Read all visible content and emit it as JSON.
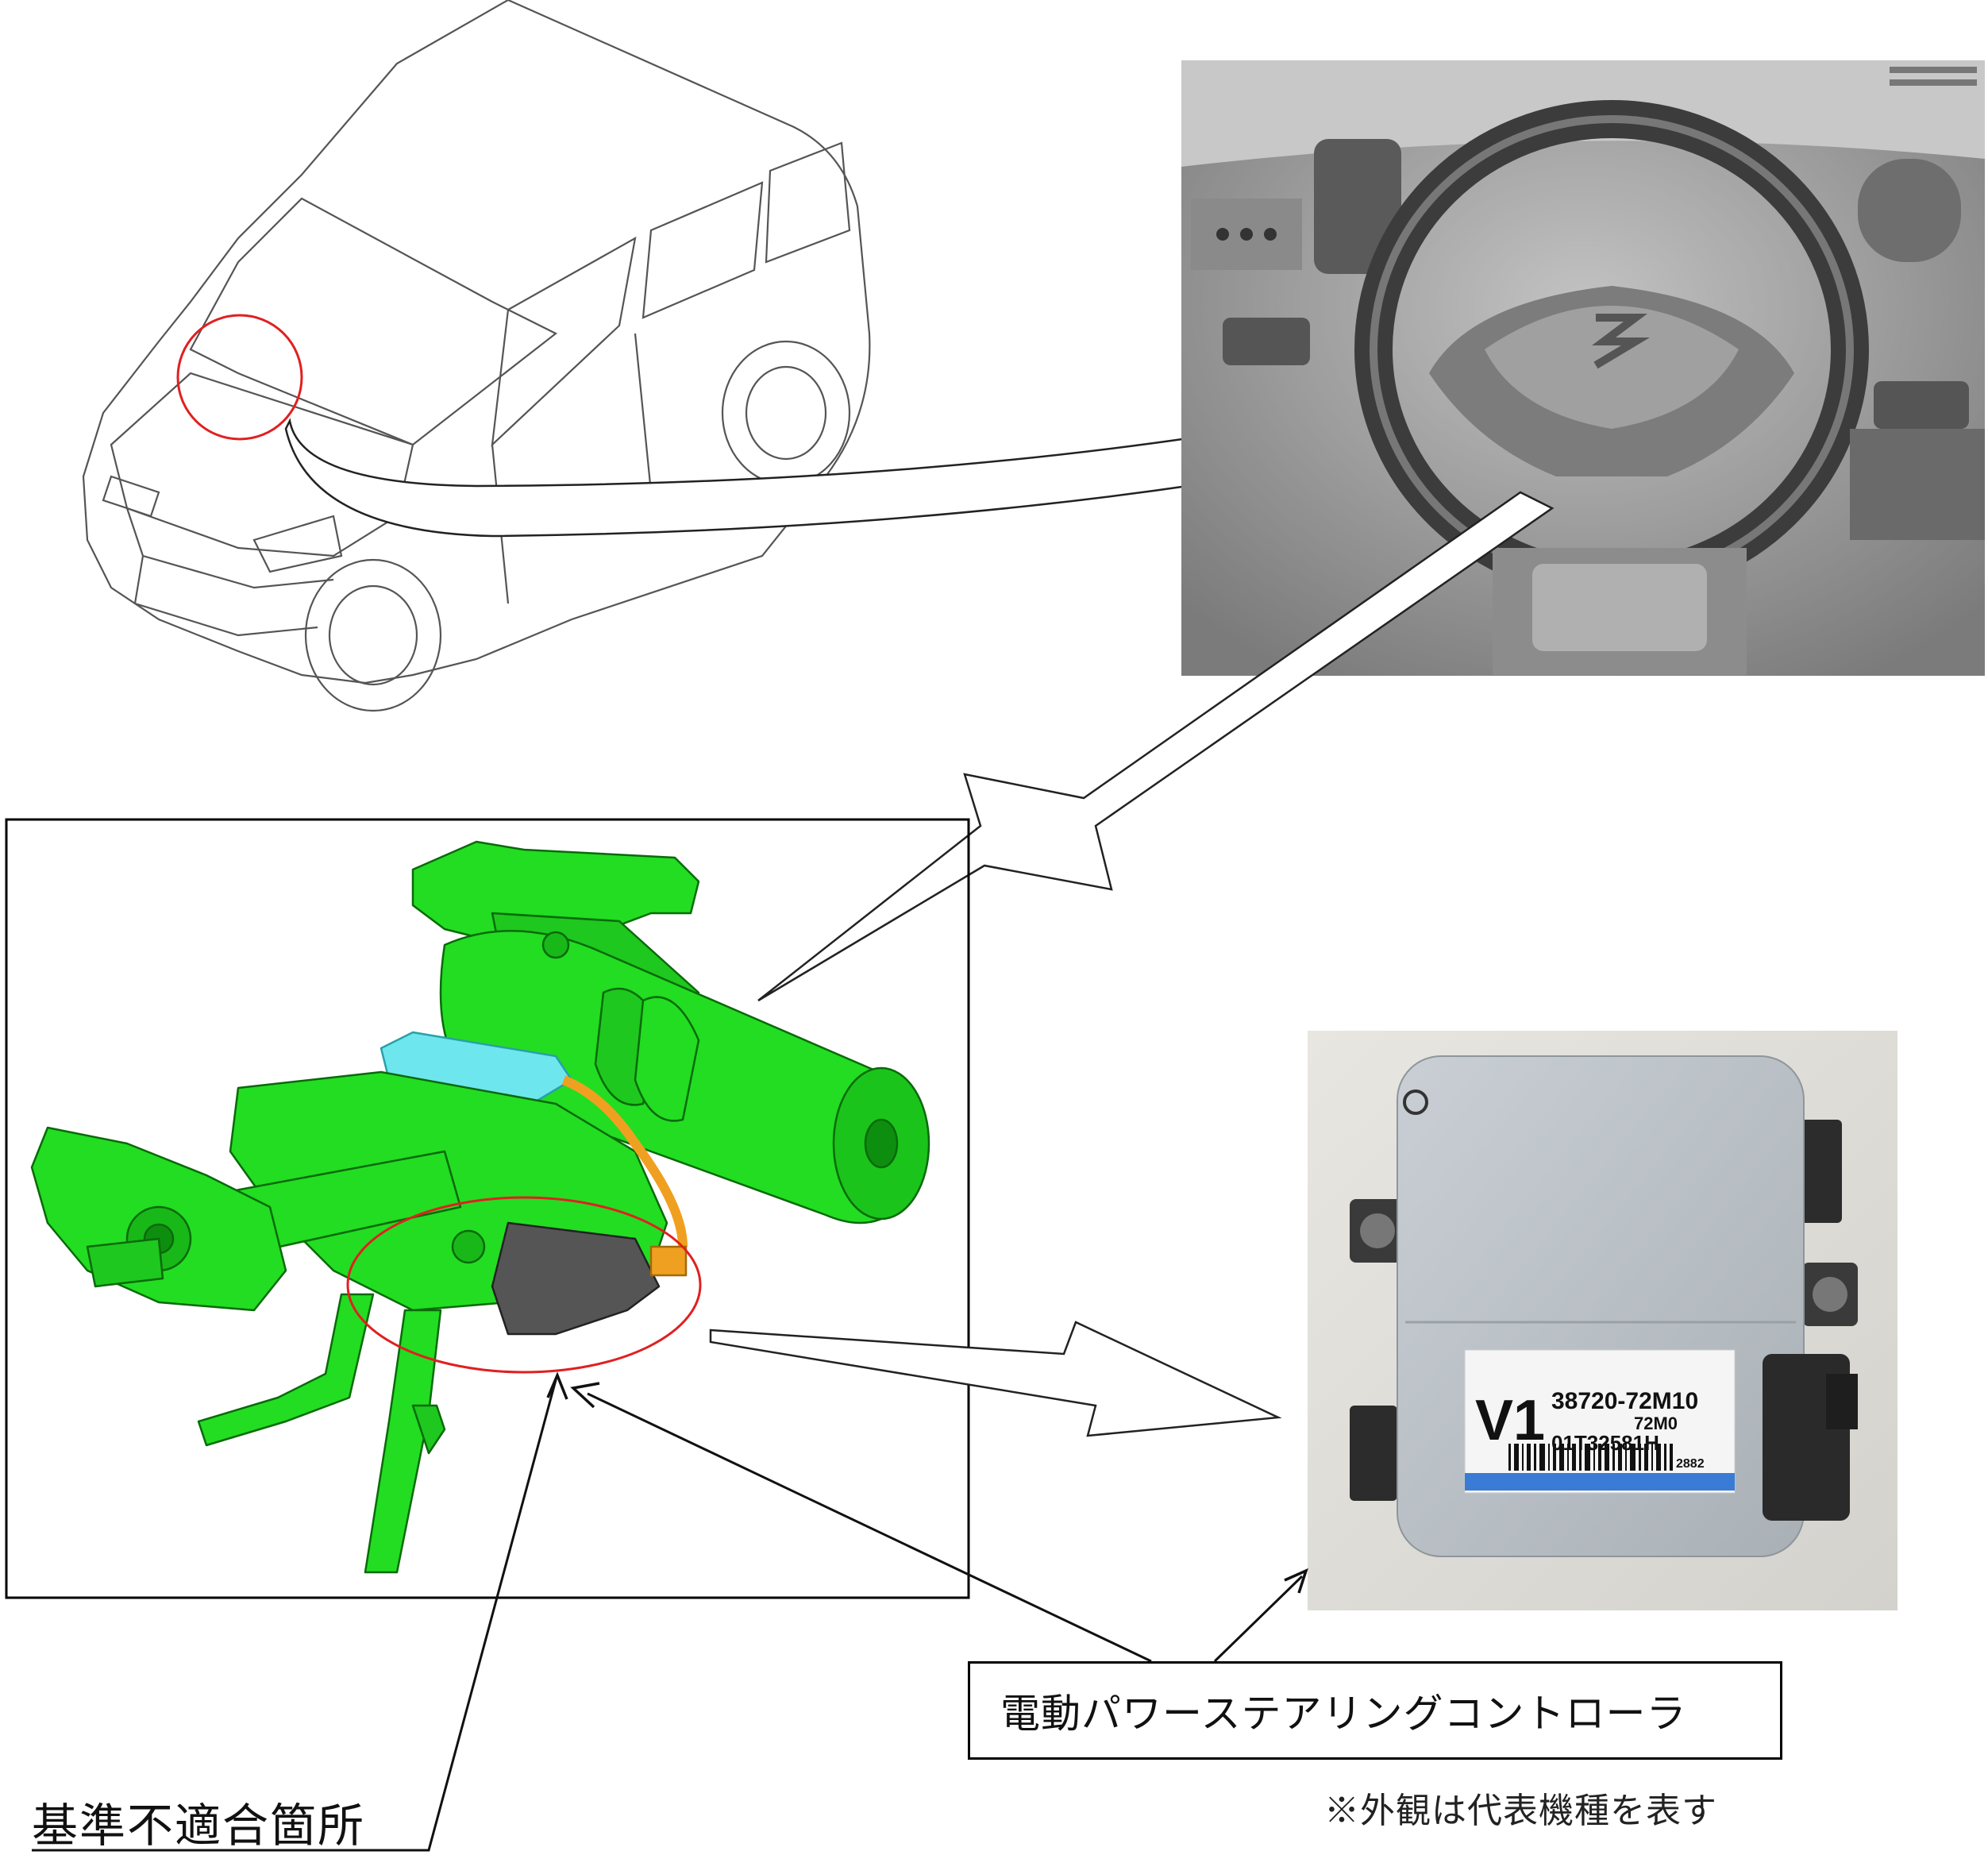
{
  "labels": {
    "controller": "電動パワーステアリングコントローラ",
    "defect_location": "基準不適合箇所",
    "appearance_note": "※外観は代表機種を表す"
  },
  "ecu_label": {
    "grade": "V1",
    "part_number": "38720-72M10",
    "sub_code": "72M0",
    "serial": "01T32581H",
    "tail_code": "2882"
  },
  "colors": {
    "highlight_circle": "#e02020",
    "column_green": "#22dd22",
    "ecu_housing": "#b9c0c6",
    "ecu_label_stripe": "#3a7bd5",
    "harness_orange": "#f0a020",
    "sensor_cyan": "#6ee6ee"
  }
}
